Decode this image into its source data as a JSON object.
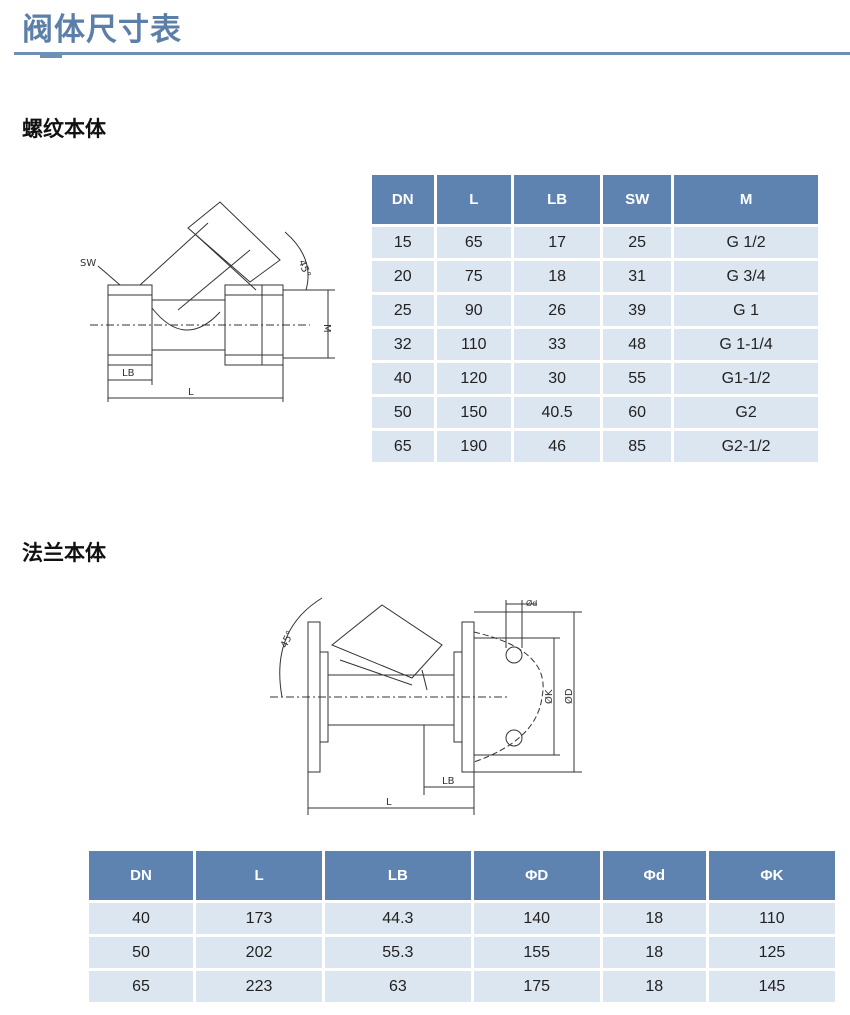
{
  "header": {
    "title": "阀体尺寸表"
  },
  "threaded_section": {
    "heading": "螺纹本体",
    "diagram_labels": {
      "sw": "SW",
      "angle": "45°",
      "m": "M",
      "lb": "LB",
      "l": "L"
    },
    "table": {
      "columns": [
        "DN",
        "L",
        "LB",
        "SW",
        "M"
      ],
      "rows": [
        [
          "15",
          "65",
          "17",
          "25",
          "G 1/2"
        ],
        [
          "20",
          "75",
          "18",
          "31",
          "G 3/4"
        ],
        [
          "25",
          "90",
          "26",
          "39",
          "G 1"
        ],
        [
          "32",
          "110",
          "33",
          "48",
          "G 1-1/4"
        ],
        [
          "40",
          "120",
          "30",
          "55",
          "G1-1/2"
        ],
        [
          "50",
          "150",
          "40.5",
          "60",
          "G2"
        ],
        [
          "65",
          "190",
          "46",
          "85",
          "G2-1/2"
        ]
      ]
    }
  },
  "flanged_section": {
    "heading": "法兰本体",
    "diagram_labels": {
      "angle": "45°",
      "od": "Ød",
      "ok": "ØK",
      "oD": "ØD",
      "lb": "LB",
      "l": "L"
    },
    "table": {
      "columns": [
        "DN",
        "L",
        "LB",
        "ΦD",
        "Φd",
        "ΦK"
      ],
      "rows": [
        [
          "40",
          "173",
          "44.3",
          "140",
          "18",
          "110"
        ],
        [
          "50",
          "202",
          "55.3",
          "155",
          "18",
          "125"
        ],
        [
          "65",
          "223",
          "63",
          "175",
          "18",
          "145"
        ]
      ]
    }
  }
}
